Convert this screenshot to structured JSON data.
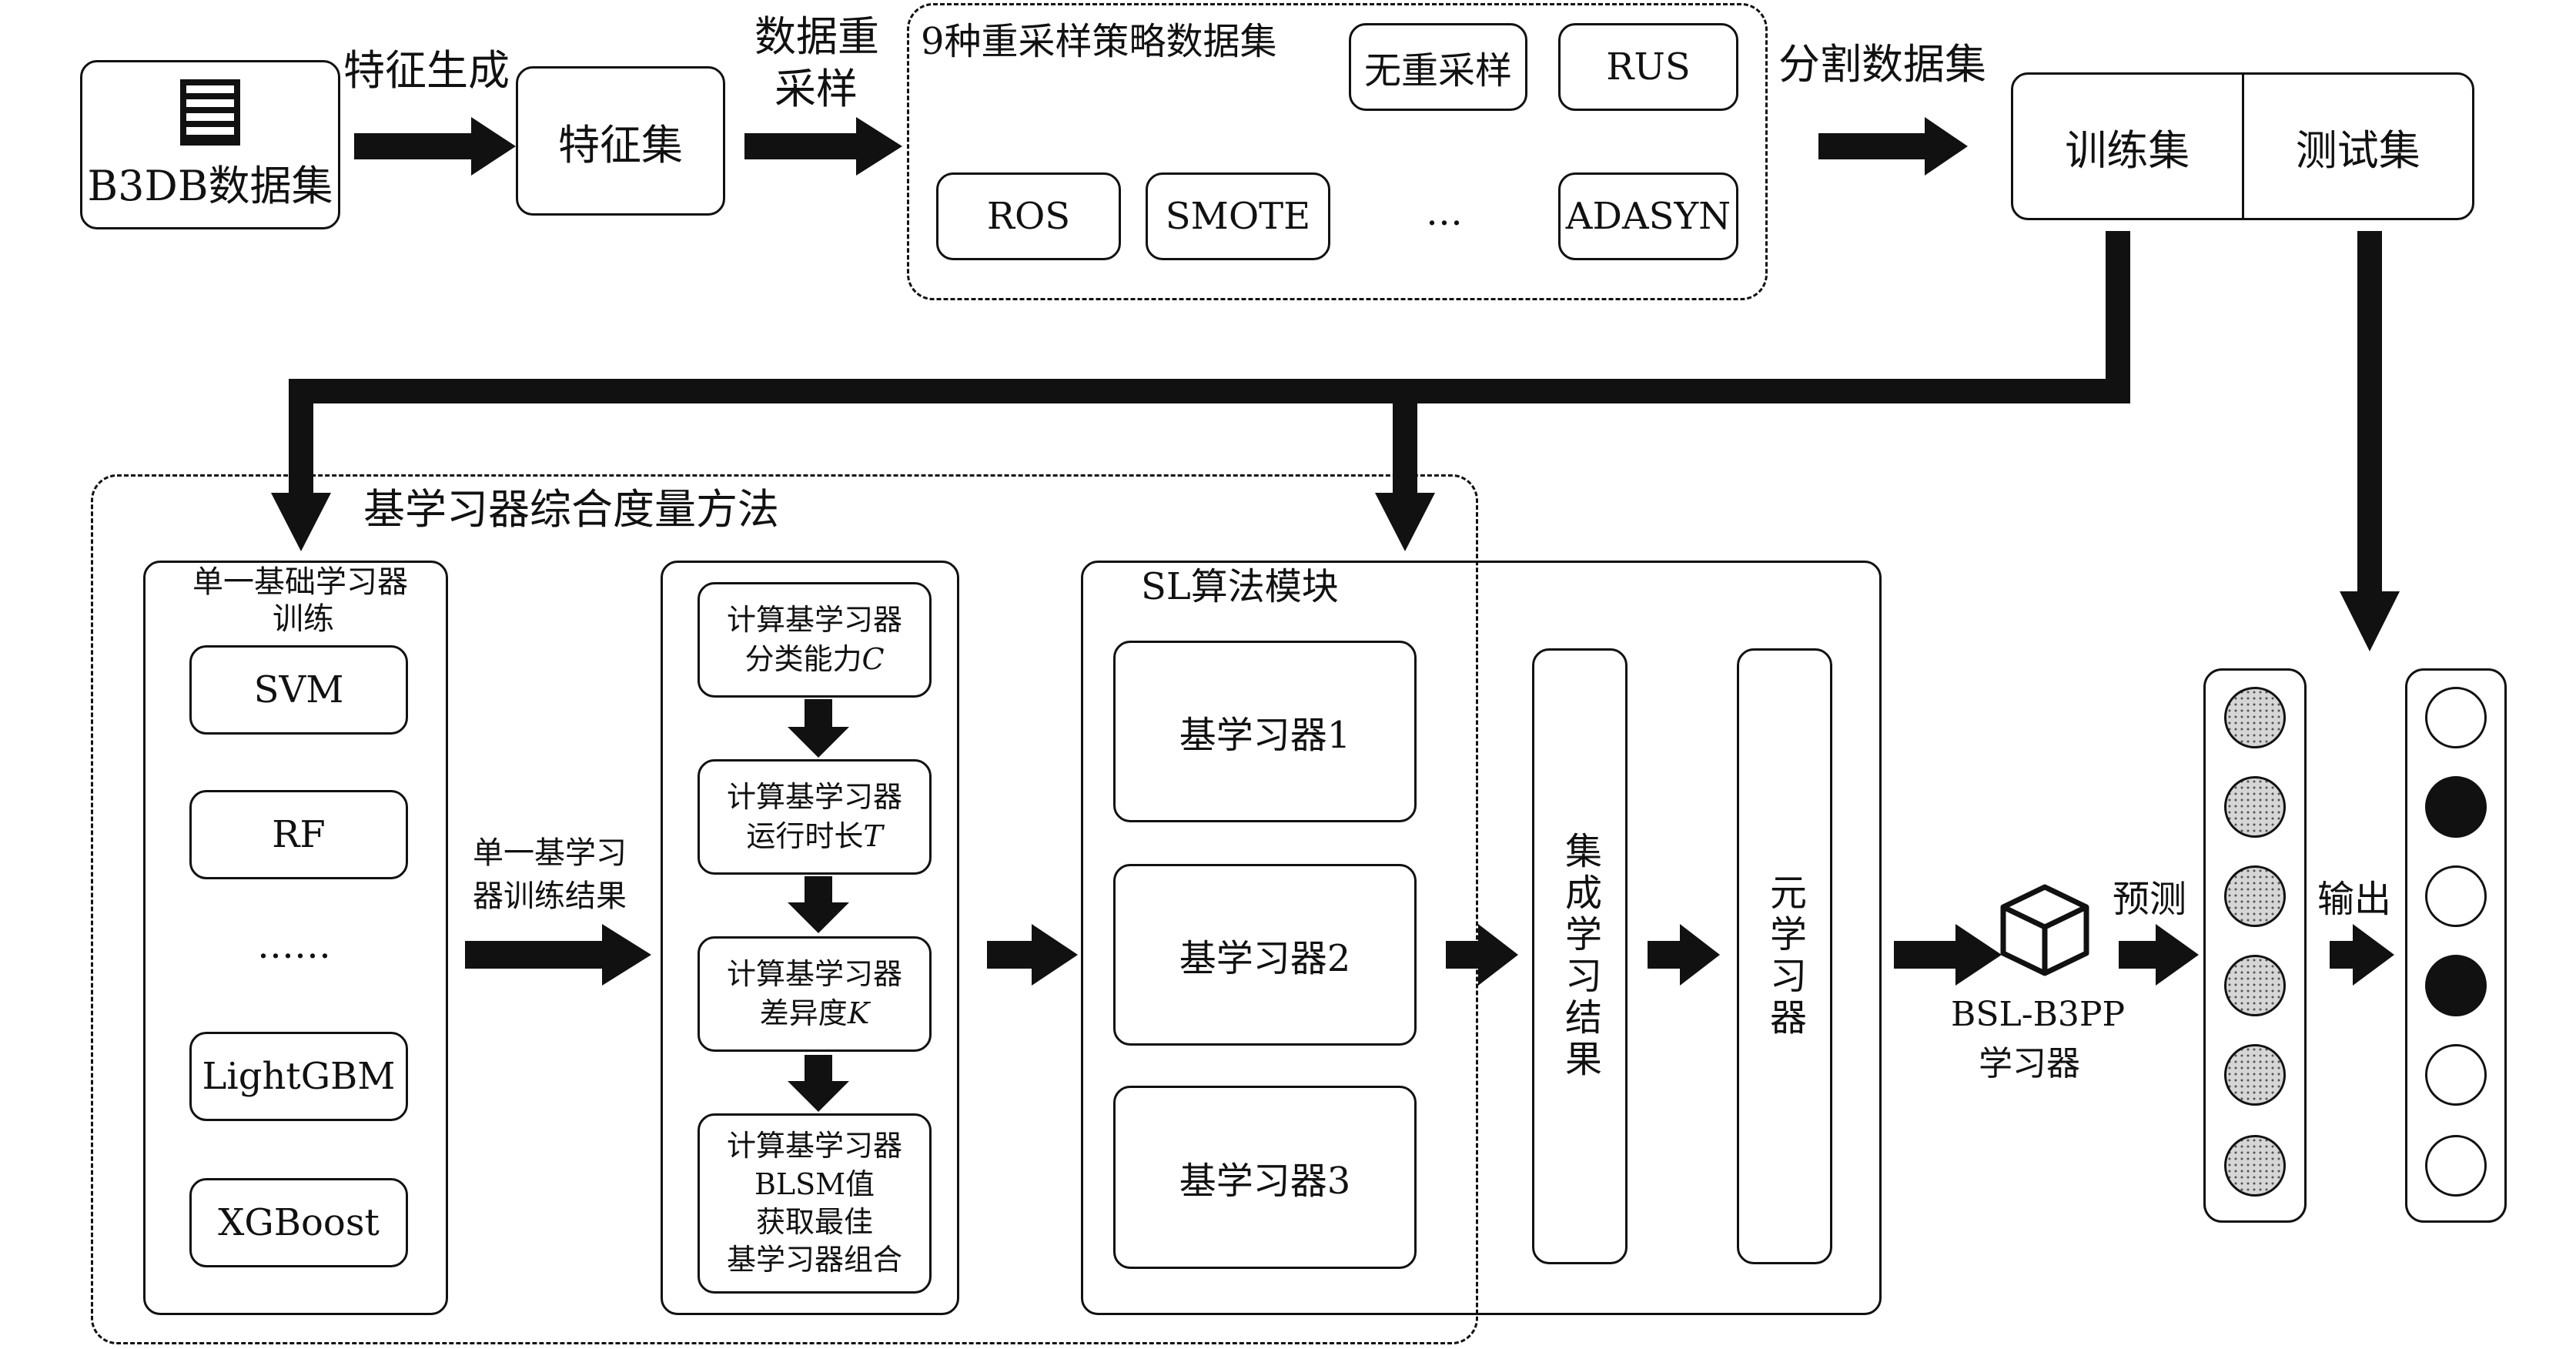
{
  "dataset": {
    "label": "B3DB数据集",
    "icon": "database-server-icon"
  },
  "steps": {
    "feature_gen": "特征生成",
    "feature_set": "特征集",
    "resample_line1": "数据重",
    "resample_line2": "采样",
    "split": "分割数据集"
  },
  "resampling": {
    "title": "9种重采样策略数据集",
    "methods": [
      "无重采样",
      "RUS",
      "ROS",
      "SMOTE",
      "…",
      "ADASYN"
    ]
  },
  "split_sets": {
    "train": "训练集",
    "test": "测试集"
  },
  "metric_region": {
    "title": "基学习器综合度量方法"
  },
  "single_learner": {
    "title_line1": "单一基础学习器",
    "title_line2": "训练",
    "models": [
      "SVM",
      "RF",
      "……",
      "LightGBM",
      "XGBoost"
    ],
    "result_line1": "单一基学习",
    "result_line2": "器训练结果"
  },
  "compute_steps": [
    {
      "line1": "计算基学习器",
      "line2": "分类能力",
      "var": "C"
    },
    {
      "line1": "计算基学习器",
      "line2": "运行时长",
      "var": "T"
    },
    {
      "line1": "计算基学习器",
      "line2": "差异度",
      "var": "K"
    },
    {
      "line1": "计算基学习器",
      "line2": "BLSM值",
      "line3": "获取最佳",
      "line4": "基学习器组合"
    }
  ],
  "sl_module": {
    "title": "SL算法模块",
    "base_learners": [
      "基学习器1",
      "基学习器2",
      "基学习器3"
    ],
    "ensemble_result": "集成学习结果",
    "meta_learner": "元学习器"
  },
  "bsl": {
    "line1": "BSL-B3PP",
    "line2": "学习器",
    "icon": "cube-icon"
  },
  "predict_label": "预测",
  "output_label": "输出",
  "input_column": [
    "pattern",
    "pattern",
    "pattern",
    "pattern",
    "pattern",
    "pattern"
  ],
  "output_column": [
    "empty",
    "filled",
    "empty",
    "filled",
    "empty",
    "empty"
  ]
}
